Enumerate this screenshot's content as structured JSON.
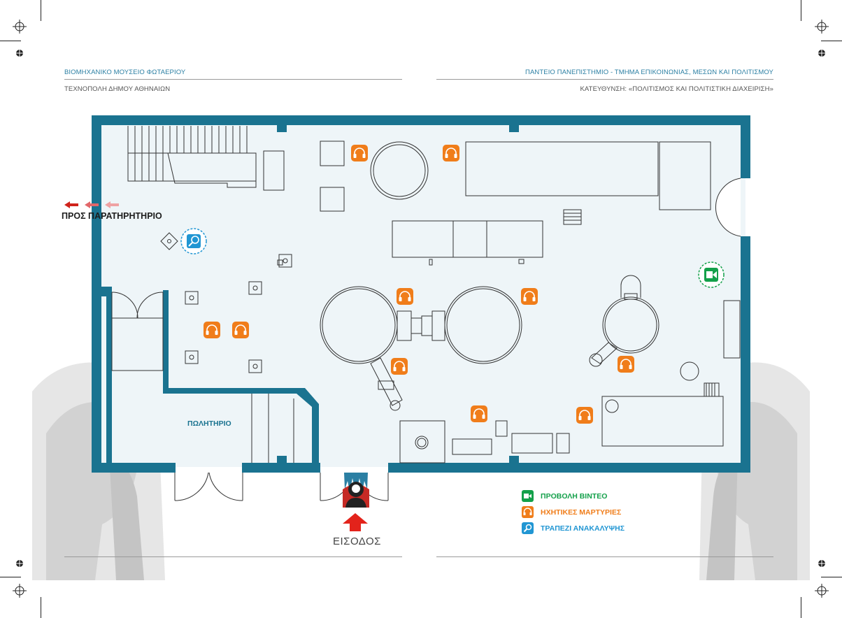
{
  "header": {
    "left_title": "ΒΙΟΜΗΧΑΝΙΚΟ ΜΟΥΣΕΙΟ ΦΩΤΑΕΡΙΟΥ",
    "left_subtitle": "ΤΕΧΝΟΠΟΛΗ ΔΗΜΟΥ ΑΘΗΝΑΙΩΝ",
    "right_title": "ΠΑΝΤΕΙΟ ΠΑΝΕΠΙΣΤΗΜΙΟ - ΤΜΗΜΑ ΕΠΙΚΟΙΝΩΝΙΑΣ, ΜΕΣΩΝ ΚΑΙ ΠΟΛΙΤΙΣΜΟΥ",
    "right_subtitle": "ΚΑΤΕΥΘΥΝΣΗ: «ΠΟΛΙΤΙΣΜΟΣ ΚΑΙ ΠΟΛΙΤΙΣΤΙΚΗ ΔΙΑΧΕΙΡΙΣΗ»"
  },
  "map": {
    "exit_label": "ΠΡΟΣ ΠΑΡΑΤΗΡΗΤΗΡΙΟ",
    "shop_label": "ΠΩΛΗΤΗΡΙΟ",
    "entrance_label": "ΕΙΣΟΔΟΣ",
    "colors": {
      "wall": "#1a7390",
      "floor": "#eef5f8",
      "audio": "#f07d1a",
      "video": "#13a04a",
      "discovery": "#2196d3",
      "arrow": "#e3231b"
    },
    "icons": {
      "audio": "headphones-icon",
      "video": "video-camera-icon",
      "discovery": "magnifier-icon",
      "entrance_mark": "visitor-bust-icon"
    }
  },
  "legend": {
    "items": [
      {
        "label": "ΠΡΟΒΟΛΗ ΒΙΝΤΕΟ",
        "icon": "video-camera-icon",
        "color": "#13a04a"
      },
      {
        "label": "ΗΧΗΤΙΚΕΣ ΜΑΡΤΥΡΙΕΣ",
        "icon": "headphones-icon",
        "color": "#f07d1a"
      },
      {
        "label": "ΤΡΑΠΕΖΙ ΑΝΑΚΑΛΥΨΗΣ",
        "icon": "magnifier-icon",
        "color": "#2196d3"
      }
    ]
  }
}
